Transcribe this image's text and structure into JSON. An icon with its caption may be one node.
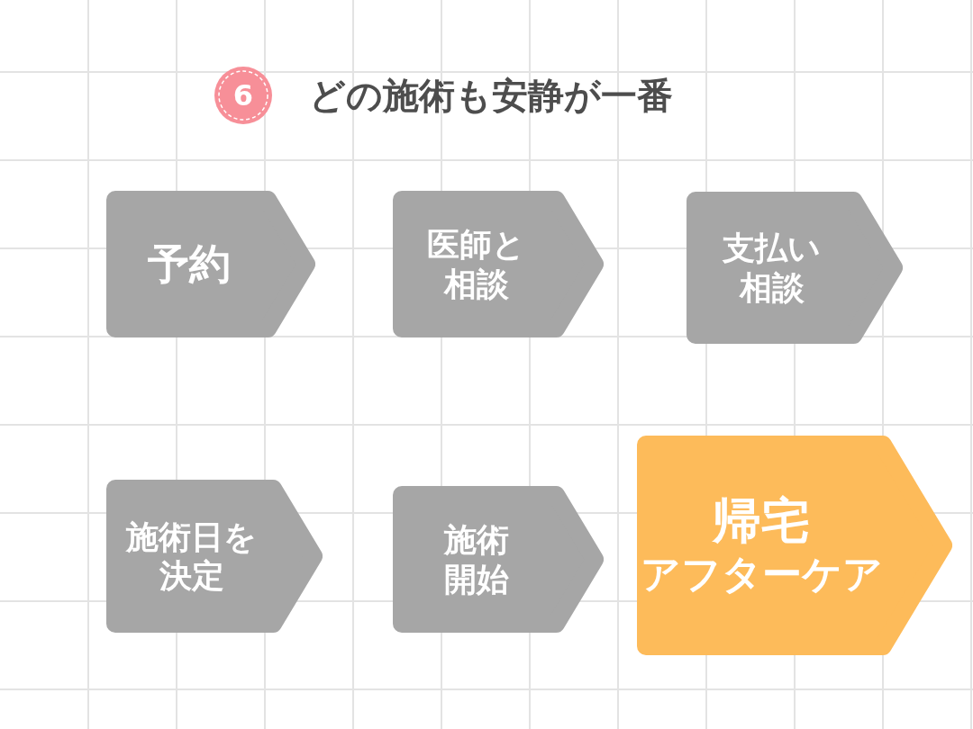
{
  "diagram": {
    "title": "どの施術も安静が一番",
    "nodes": [
      {
        "text": [
          "6"
        ]
      },
      {
        "text": [
          "予約"
        ]
      },
      {
        "text": [
          "医師と相談"
        ]
      },
      {
        "text": [
          "支払い相談"
        ]
      },
      {
        "text": [
          "施術日を決定"
        ]
      },
      {
        "text": [
          "施術開始"
        ]
      },
      {
        "text": [
          "帰宅",
          "アフターケア"
        ]
      }
    ]
  }
}
